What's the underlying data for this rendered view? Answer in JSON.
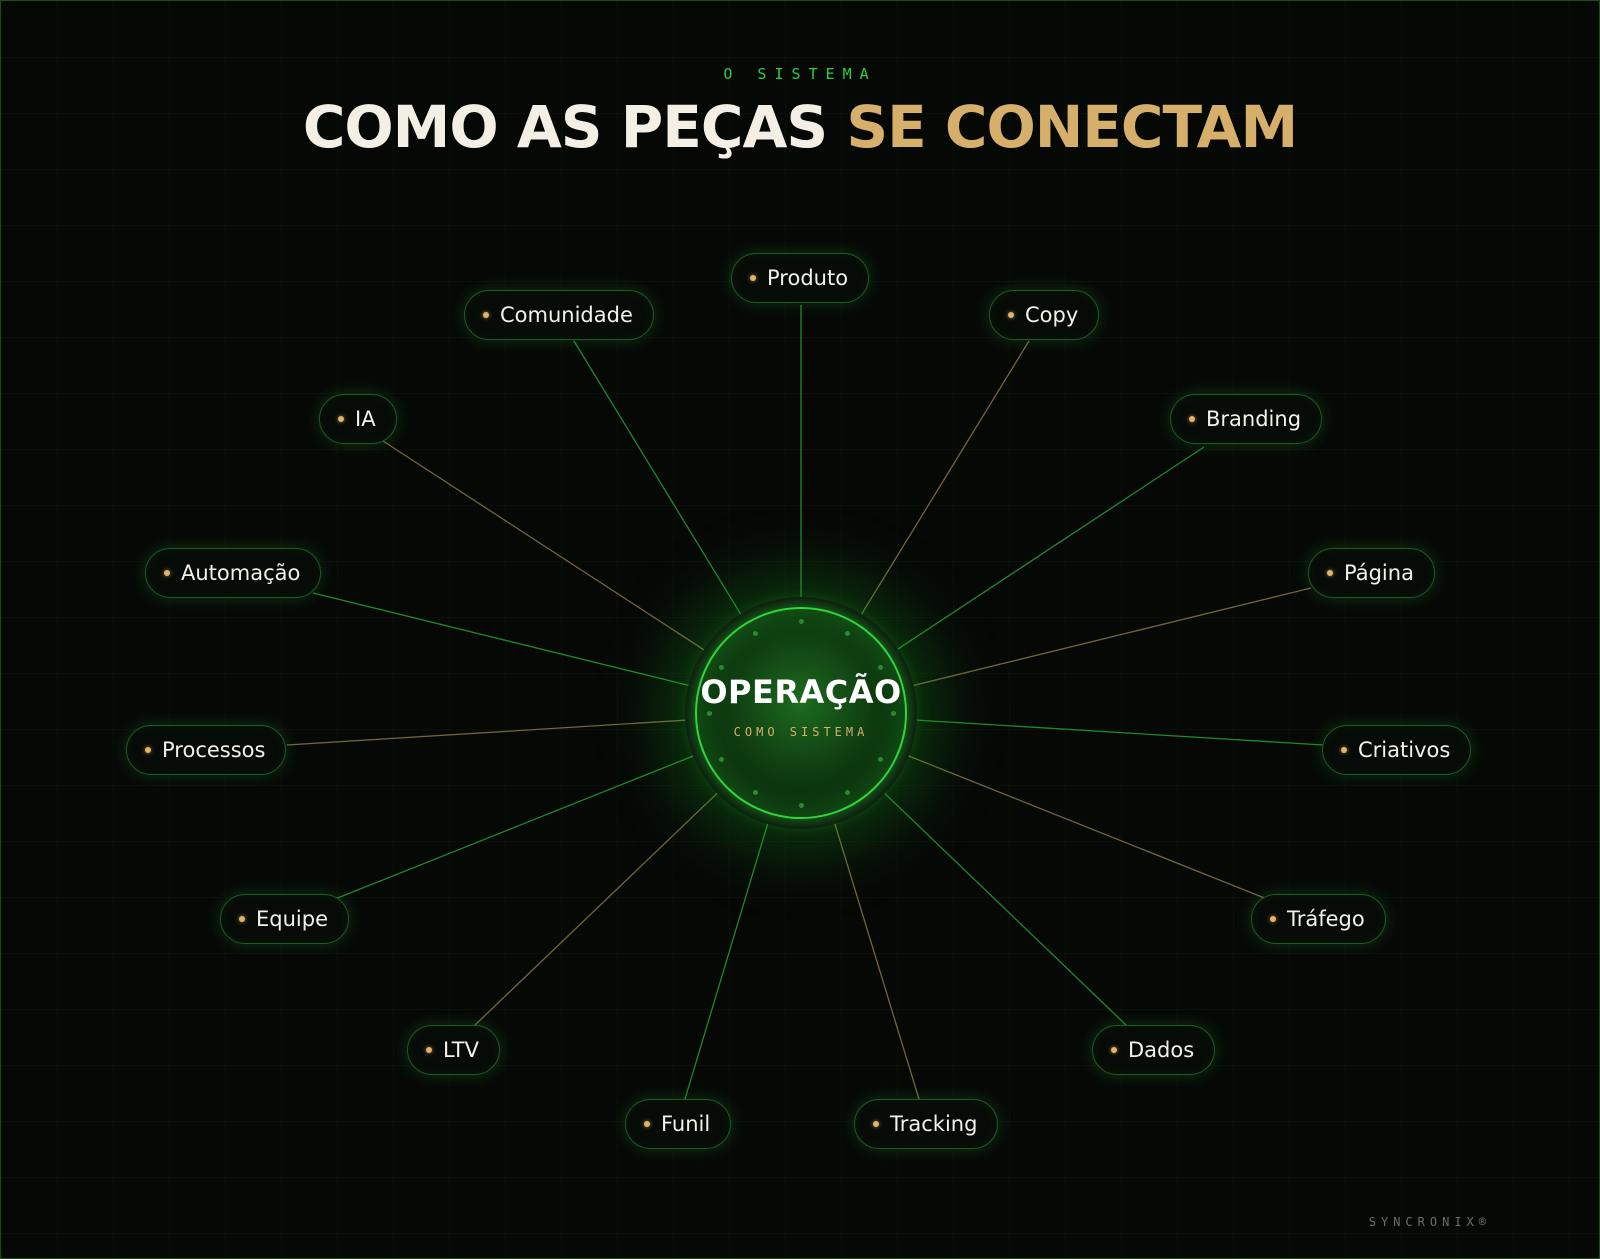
{
  "header": {
    "eyebrow": "O SISTEMA",
    "title_part1": "COMO AS PEÇAS",
    "title_part2": "SE CONECTAM"
  },
  "hub": {
    "title": "OPERAÇÃO",
    "subtitle": "COMO SISTEMA"
  },
  "nodes": [
    {
      "label": "Produto",
      "line": "green"
    },
    {
      "label": "Copy",
      "line": "gold"
    },
    {
      "label": "Branding",
      "line": "green"
    },
    {
      "label": "Página",
      "line": "gold"
    },
    {
      "label": "Criativos",
      "line": "green"
    },
    {
      "label": "Tráfego",
      "line": "gold"
    },
    {
      "label": "Dados",
      "line": "green"
    },
    {
      "label": "Tracking",
      "line": "gold"
    },
    {
      "label": "Funil",
      "line": "green"
    },
    {
      "label": "LTV",
      "line": "gold"
    },
    {
      "label": "Equipe",
      "line": "green"
    },
    {
      "label": "Processos",
      "line": "gold"
    },
    {
      "label": "Automação",
      "line": "green"
    },
    {
      "label": "IA",
      "line": "gold"
    },
    {
      "label": "Comunidade",
      "line": "green"
    }
  ],
  "colors": {
    "green_line": "#2bb33a",
    "gold_line": "#8a7348",
    "accent_gold": "#d6b06a",
    "accent_green": "#2fcf3a"
  },
  "brand": "SYNCRONIX®"
}
